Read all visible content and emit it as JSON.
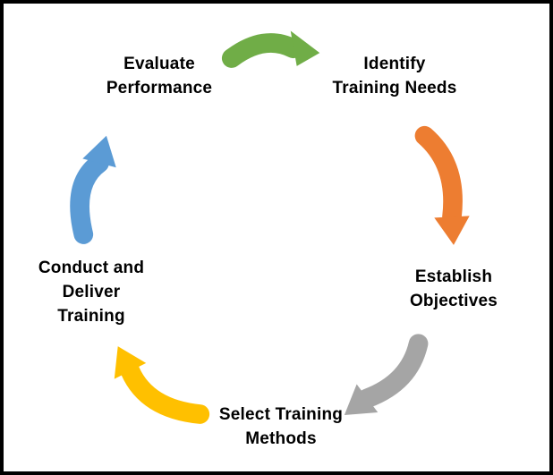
{
  "canvas": {
    "background": "#FFFFFF",
    "border_color": "#000000",
    "text_color": "#000000"
  },
  "nodes": {
    "evaluate_performance": {
      "label": "Evaluate\nPerformance"
    },
    "identify_training_needs": {
      "label": "Identify\nTraining Needs"
    },
    "establish_objectives": {
      "label": "Establish\nObjectives"
    },
    "select_training_methods": {
      "label": "Select Training\nMethods"
    },
    "conduct_deliver_training": {
      "label": "Conduct and\nDeliver\nTraining"
    }
  },
  "arrows": {
    "evaluate_to_identify": {
      "color": "#70AD47",
      "direction": "right"
    },
    "identify_to_establish": {
      "color": "#ED7D31",
      "direction": "down"
    },
    "establish_to_select": {
      "color": "#A5A5A5",
      "direction": "down-left"
    },
    "select_to_conduct": {
      "color": "#FFC000",
      "direction": "up-left"
    },
    "conduct_to_evaluate": {
      "color": "#5B9BD5",
      "direction": "up"
    }
  }
}
